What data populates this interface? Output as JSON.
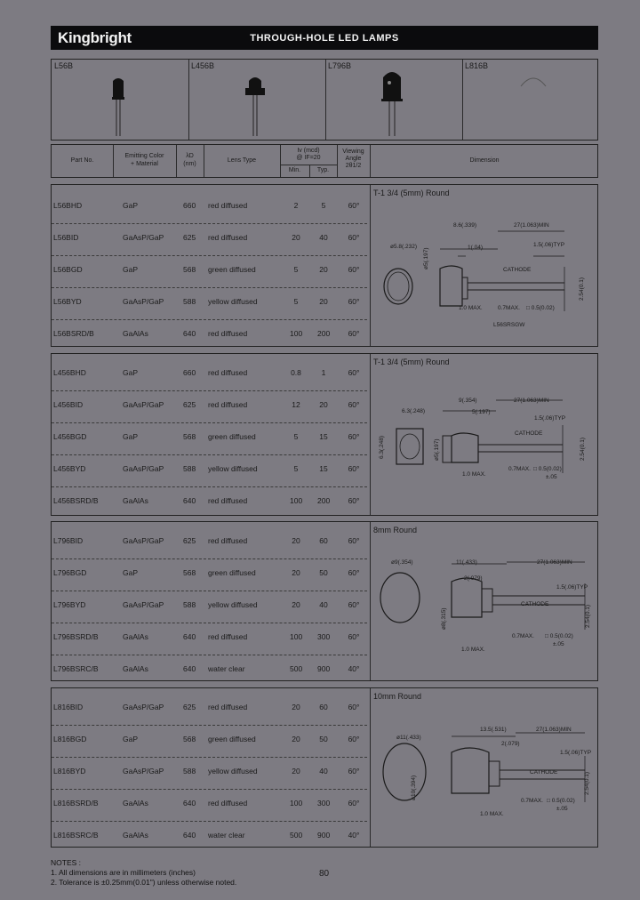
{
  "header": {
    "brand": "Kingbright",
    "title": "THROUGH-HOLE LED LAMPS"
  },
  "packages": [
    "L56B",
    "L456B",
    "L796B",
    "L816B"
  ],
  "columns": {
    "part_no": "Part No.",
    "emitting_color_1": "Emitting Color",
    "emitting_color_2": "+ Material",
    "wavelength_1": "λD",
    "wavelength_2": "(nm)",
    "lens_type": "Lens Type",
    "iv_1": "Iv (mcd)",
    "iv_2": "@ IF=20",
    "iv_min": "Min.",
    "iv_typ": "Typ.",
    "angle_1": "Viewing",
    "angle_2": "Angle",
    "angle_3": "2θ1/2",
    "dimension": "Dimension"
  },
  "sections": [
    {
      "title": "T-1 3/4 (5mm) Round",
      "rows": [
        {
          "part": "L56BHD",
          "material": "GaP",
          "wl": "660",
          "lens": "red diffused",
          "min": "2",
          "typ": "5",
          "angle": "60°"
        },
        {
          "part": "L56BID",
          "material": "GaAsP/GaP",
          "wl": "625",
          "lens": "red diffused",
          "min": "20",
          "typ": "40",
          "angle": "60°"
        },
        {
          "part": "L56BGD",
          "material": "GaP",
          "wl": "568",
          "lens": "green diffused",
          "min": "5",
          "typ": "20",
          "angle": "60°"
        },
        {
          "part": "L56BYD",
          "material": "GaAsP/GaP",
          "wl": "588",
          "lens": "yellow diffused",
          "min": "5",
          "typ": "20",
          "angle": "60°"
        },
        {
          "part": "L56BSRD/B",
          "material": "GaAlAs",
          "wl": "640",
          "lens": "red diffused",
          "min": "100",
          "typ": "200",
          "angle": "60°"
        }
      ],
      "dims": [
        "ø5.8(.232)",
        "8.6(.339)",
        "1(.04)",
        "27(1.063)MIN",
        "1.5(.06)TYP",
        "CATHODE",
        "ø5(.197)",
        "2.54(0.1)",
        "1.0 MAX.",
        "0.7MAX.",
        "□ 0.5(0.02)",
        "L56SRSGW"
      ]
    },
    {
      "title": "T-1 3/4 (5mm) Round",
      "rows": [
        {
          "part": "L456BHD",
          "material": "GaP",
          "wl": "660",
          "lens": "red diffused",
          "min": "0.8",
          "typ": "1",
          "angle": "60°"
        },
        {
          "part": "L456BID",
          "material": "GaAsP/GaP",
          "wl": "625",
          "lens": "red diffused",
          "min": "12",
          "typ": "20",
          "angle": "60°"
        },
        {
          "part": "L456BGD",
          "material": "GaP",
          "wl": "568",
          "lens": "green diffused",
          "min": "5",
          "typ": "15",
          "angle": "60°"
        },
        {
          "part": "L456BYD",
          "material": "GaAsP/GaP",
          "wl": "588",
          "lens": "yellow diffused",
          "min": "5",
          "typ": "15",
          "angle": "60°"
        },
        {
          "part": "L456BSRD/B",
          "material": "GaAlAs",
          "wl": "640",
          "lens": "red diffused",
          "min": "100",
          "typ": "200",
          "angle": "60°"
        }
      ],
      "dims": [
        "6.3(.248)",
        "9(.354)",
        "5(.197)",
        "27(1.063)MIN",
        "1.5(.06)TYP",
        "CATHODE",
        "6.3(.248)",
        "ø5(.197)",
        "2.54(0.1)",
        "1.0 MAX.",
        "0.7MAX.",
        "□ 0.5(0.02)",
        "±.05"
      ]
    },
    {
      "title": "8mm Round",
      "rows": [
        {
          "part": "L796BID",
          "material": "GaAsP/GaP",
          "wl": "625",
          "lens": "red diffused",
          "min": "20",
          "typ": "60",
          "angle": "60°"
        },
        {
          "part": "L796BGD",
          "material": "GaP",
          "wl": "568",
          "lens": "green diffused",
          "min": "20",
          "typ": "50",
          "angle": "60°"
        },
        {
          "part": "L796BYD",
          "material": "GaAsP/GaP",
          "wl": "588",
          "lens": "yellow diffused",
          "min": "20",
          "typ": "40",
          "angle": "60°"
        },
        {
          "part": "L796BSRD/B",
          "material": "GaAlAs",
          "wl": "640",
          "lens": "red diffused",
          "min": "100",
          "typ": "300",
          "angle": "60°"
        },
        {
          "part": "L796BSRC/B",
          "material": "GaAlAs",
          "wl": "640",
          "lens": "water clear",
          "min": "500",
          "typ": "900",
          "angle": "40°"
        }
      ],
      "dims": [
        "ø9(.354)",
        "11(.433)",
        "2(.079)",
        "27(1.063)MIN",
        "1.5(.06)TYP",
        "CATHODE",
        "ø8(.315)",
        "2.54(0.1)",
        "1.0 MAX.",
        "0.7MAX.",
        "□ 0.5(0.02)",
        "±.05"
      ]
    },
    {
      "title": "10mm Round",
      "rows": [
        {
          "part": "L816BID",
          "material": "GaAsP/GaP",
          "wl": "625",
          "lens": "red diffused",
          "min": "20",
          "typ": "60",
          "angle": "60°"
        },
        {
          "part": "L816BGD",
          "material": "GaP",
          "wl": "568",
          "lens": "green diffused",
          "min": "20",
          "typ": "50",
          "angle": "60°"
        },
        {
          "part": "L816BYD",
          "material": "GaAsP/GaP",
          "wl": "588",
          "lens": "yellow diffused",
          "min": "20",
          "typ": "40",
          "angle": "60°"
        },
        {
          "part": "L816BSRD/B",
          "material": "GaAlAs",
          "wl": "640",
          "lens": "red diffused",
          "min": "100",
          "typ": "300",
          "angle": "60°"
        },
        {
          "part": "L816BSRC/B",
          "material": "GaAlAs",
          "wl": "640",
          "lens": "water clear",
          "min": "500",
          "typ": "900",
          "angle": "40°"
        }
      ],
      "dims": [
        "ø11(.433)",
        "13.5(.531)",
        "2(.079)",
        "27(1.063)MIN",
        "1.5(.06)TYP",
        "CATHODE",
        "ø10(.394)",
        "2.54(0.1)",
        "1.0 MAX.",
        "0.7MAX.",
        "□ 0.5(0.02)",
        "±.05"
      ]
    }
  ],
  "notes": {
    "heading": "NOTES :",
    "line1": "1. All dimensions are in millimeters (inches)",
    "line2": "2. Tolerance is ±0.25mm(0.01\") unless otherwise noted."
  },
  "page_number": "80"
}
